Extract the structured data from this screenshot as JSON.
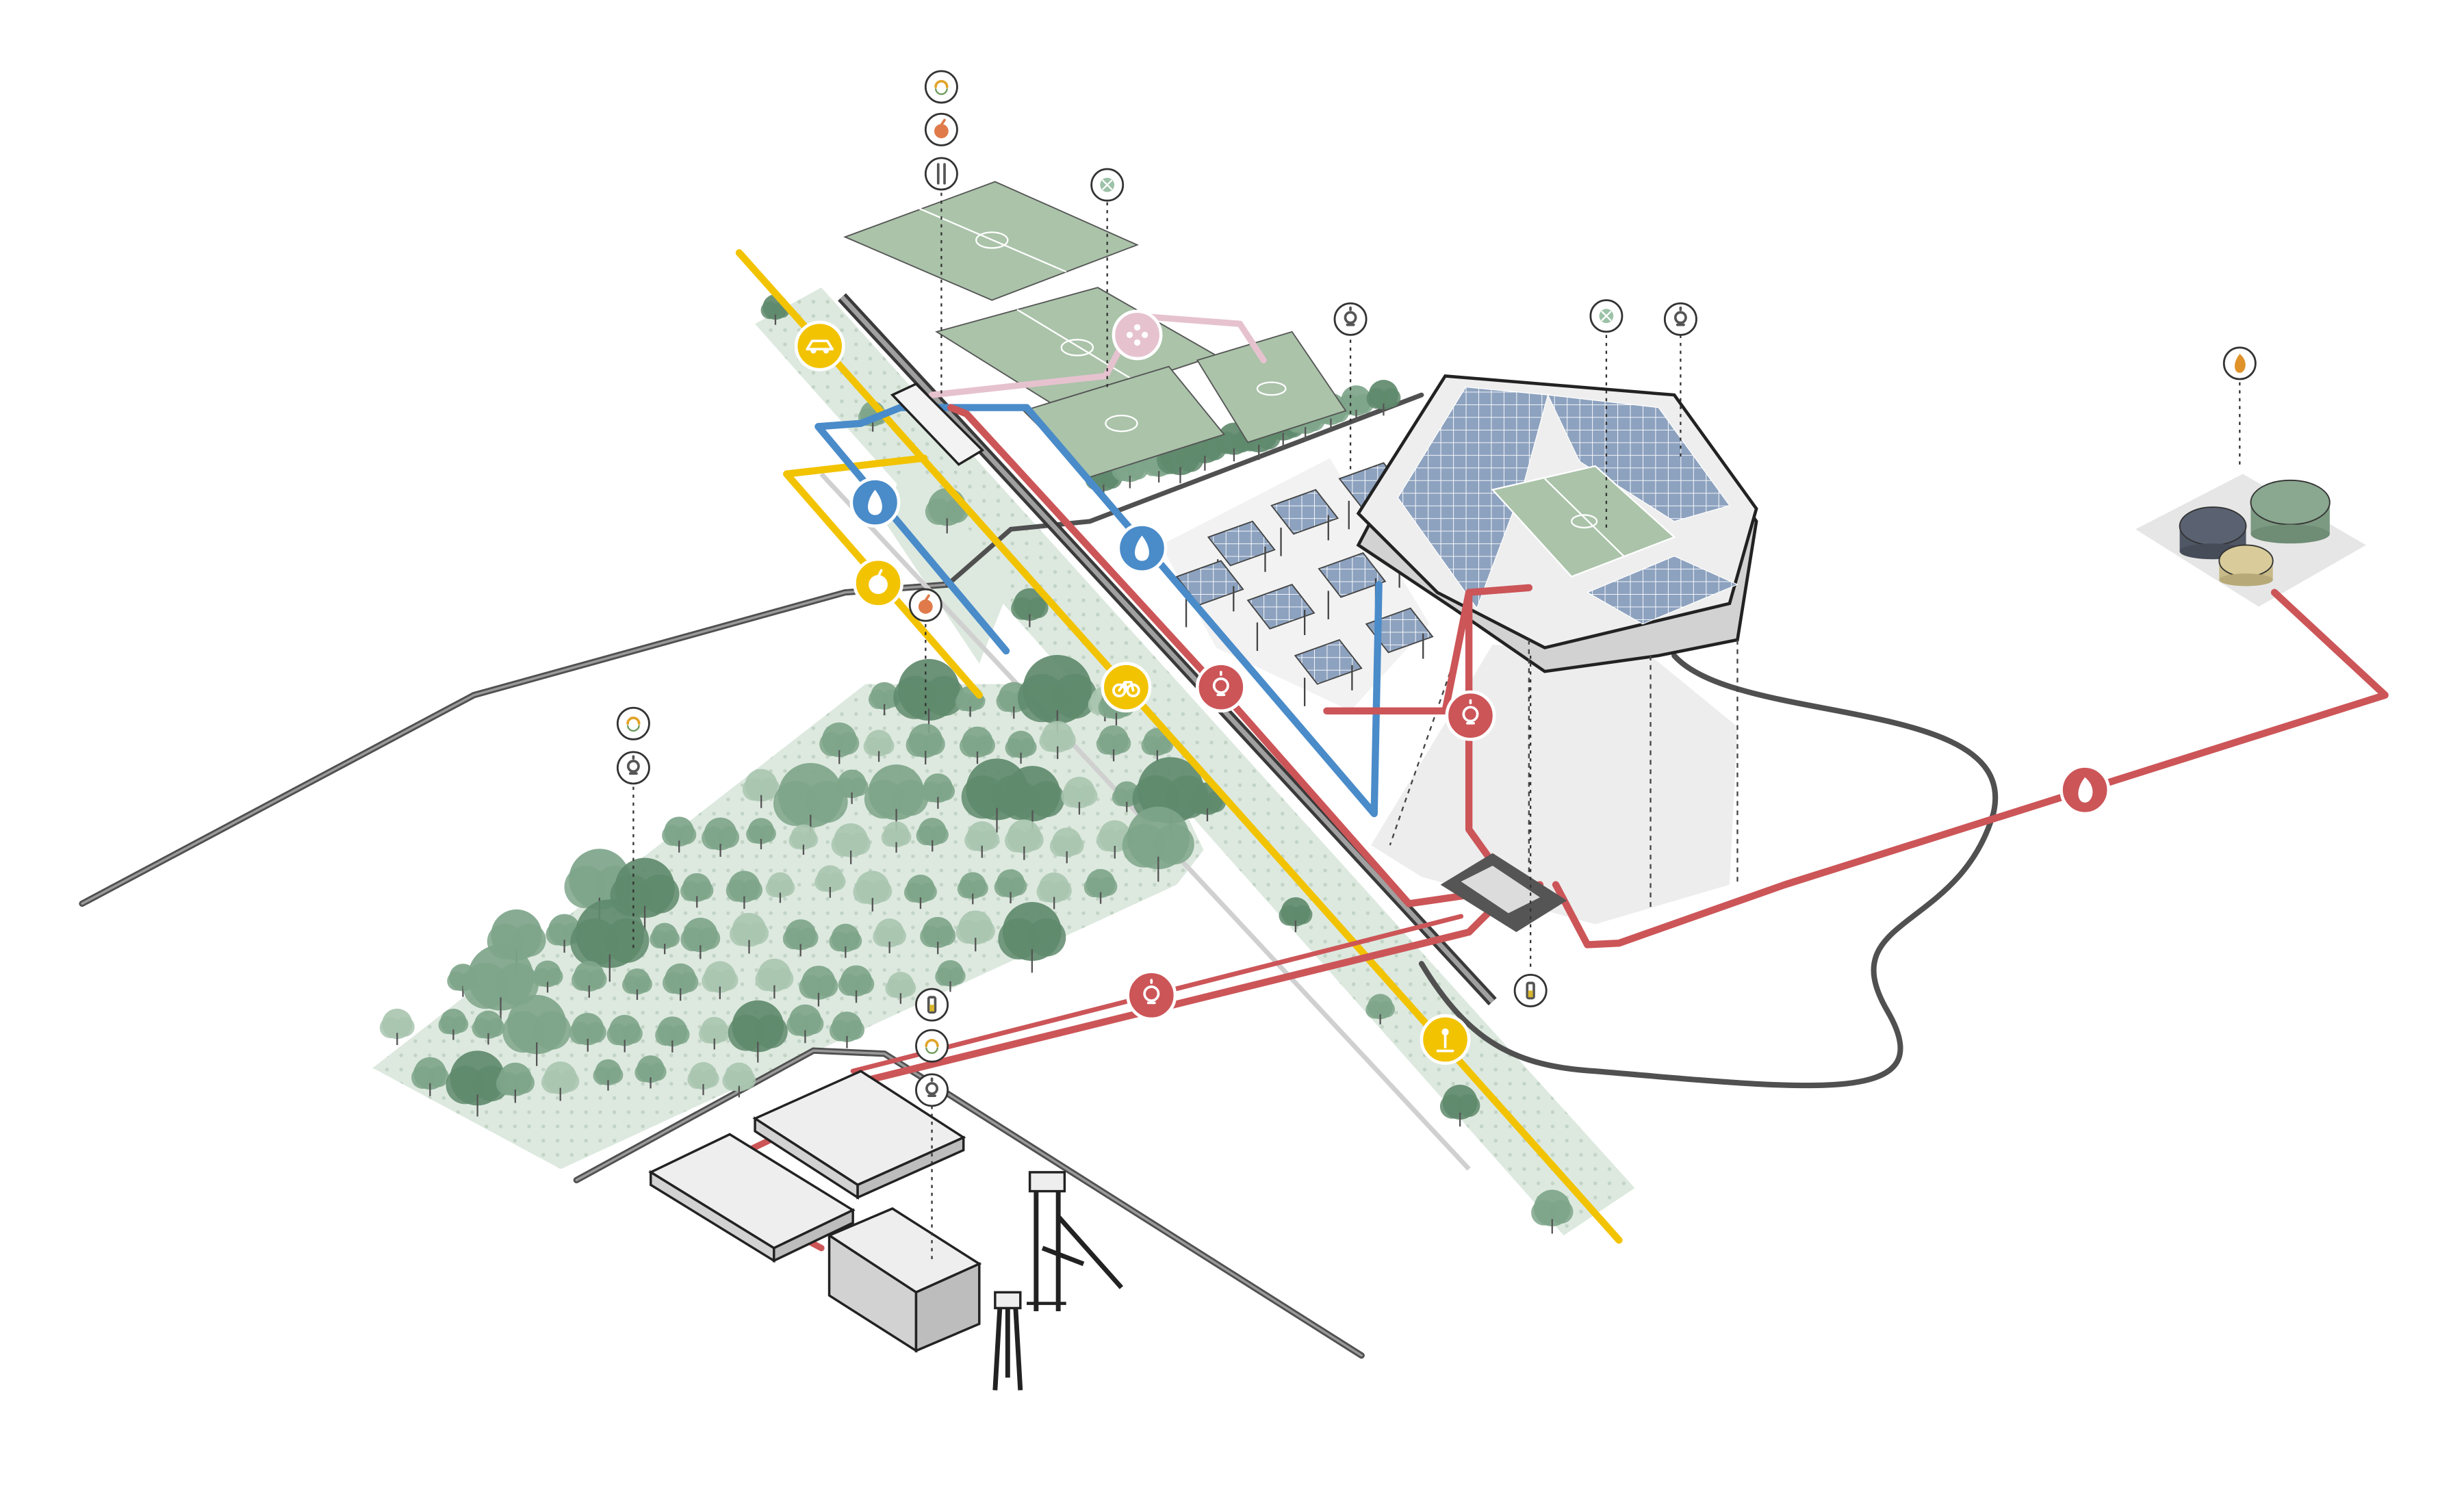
{
  "diagram": {
    "colors": {
      "background": "#ffffff",
      "ground": "#dde9df",
      "ground_dots": "#c2d4c6",
      "tree_dark": "#5f8a6c",
      "tree_mid": "#7ea58a",
      "tree_light": "#a9c6b0",
      "road": "#505050",
      "road_light": "#8a8a8a",
      "flow_yellow": "#f2c300",
      "flow_blue": "#4a8bc9",
      "flow_red": "#cc5558",
      "flow_pink": "#e6c2cf",
      "pitch": "#aac3a9",
      "pitch_line": "#ffffff",
      "solar": "#8da2bf",
      "building": "#eeeeee",
      "building_side": "#d2d2d2",
      "dome_dark": "#5a6272",
      "dome_green": "#8aa78f",
      "dome_sand": "#d9cc9a",
      "icon_outline": "#333333"
    },
    "components": {
      "railway": "railway",
      "green_strip": "green-corridor",
      "sports_fields": "sports-fields",
      "stadium": "stadium",
      "solar_carports": "solar-carports",
      "biogas_domes": "biogas-domes",
      "orchard": "orchard",
      "industry": "industrial-buildings",
      "mine_towers": "mine-headframes",
      "substation": "substation"
    },
    "flow_icons": [
      {
        "name": "car-icon",
        "color": "yellow"
      },
      {
        "name": "water-drop-icon",
        "color": "blue"
      },
      {
        "name": "food-icon",
        "color": "yellow"
      },
      {
        "name": "bicycle-icon",
        "color": "yellow"
      },
      {
        "name": "light-icon",
        "color": "red"
      },
      {
        "name": "light-icon",
        "color": "red"
      },
      {
        "name": "light-icon",
        "color": "red"
      },
      {
        "name": "fire-icon",
        "color": "red"
      },
      {
        "name": "person-icon",
        "color": "yellow"
      },
      {
        "name": "water-drop-icon",
        "color": "blue"
      },
      {
        "name": "people-gathering-icon",
        "color": "pink"
      }
    ],
    "label_icons": [
      {
        "name": "recycle-icon"
      },
      {
        "name": "fruit-icon"
      },
      {
        "name": "cutlery-icon"
      },
      {
        "name": "grass-icon"
      },
      {
        "name": "lightbulb-icon"
      },
      {
        "name": "grass-icon"
      },
      {
        "name": "lightbulb-icon"
      },
      {
        "name": "flame-icon"
      },
      {
        "name": "fruit-icon"
      },
      {
        "name": "recycle-icon"
      },
      {
        "name": "lightbulb-icon"
      },
      {
        "name": "battery-icon"
      },
      {
        "name": "battery-icon"
      },
      {
        "name": "recycle-icon"
      },
      {
        "name": "lightbulb-icon"
      }
    ]
  }
}
